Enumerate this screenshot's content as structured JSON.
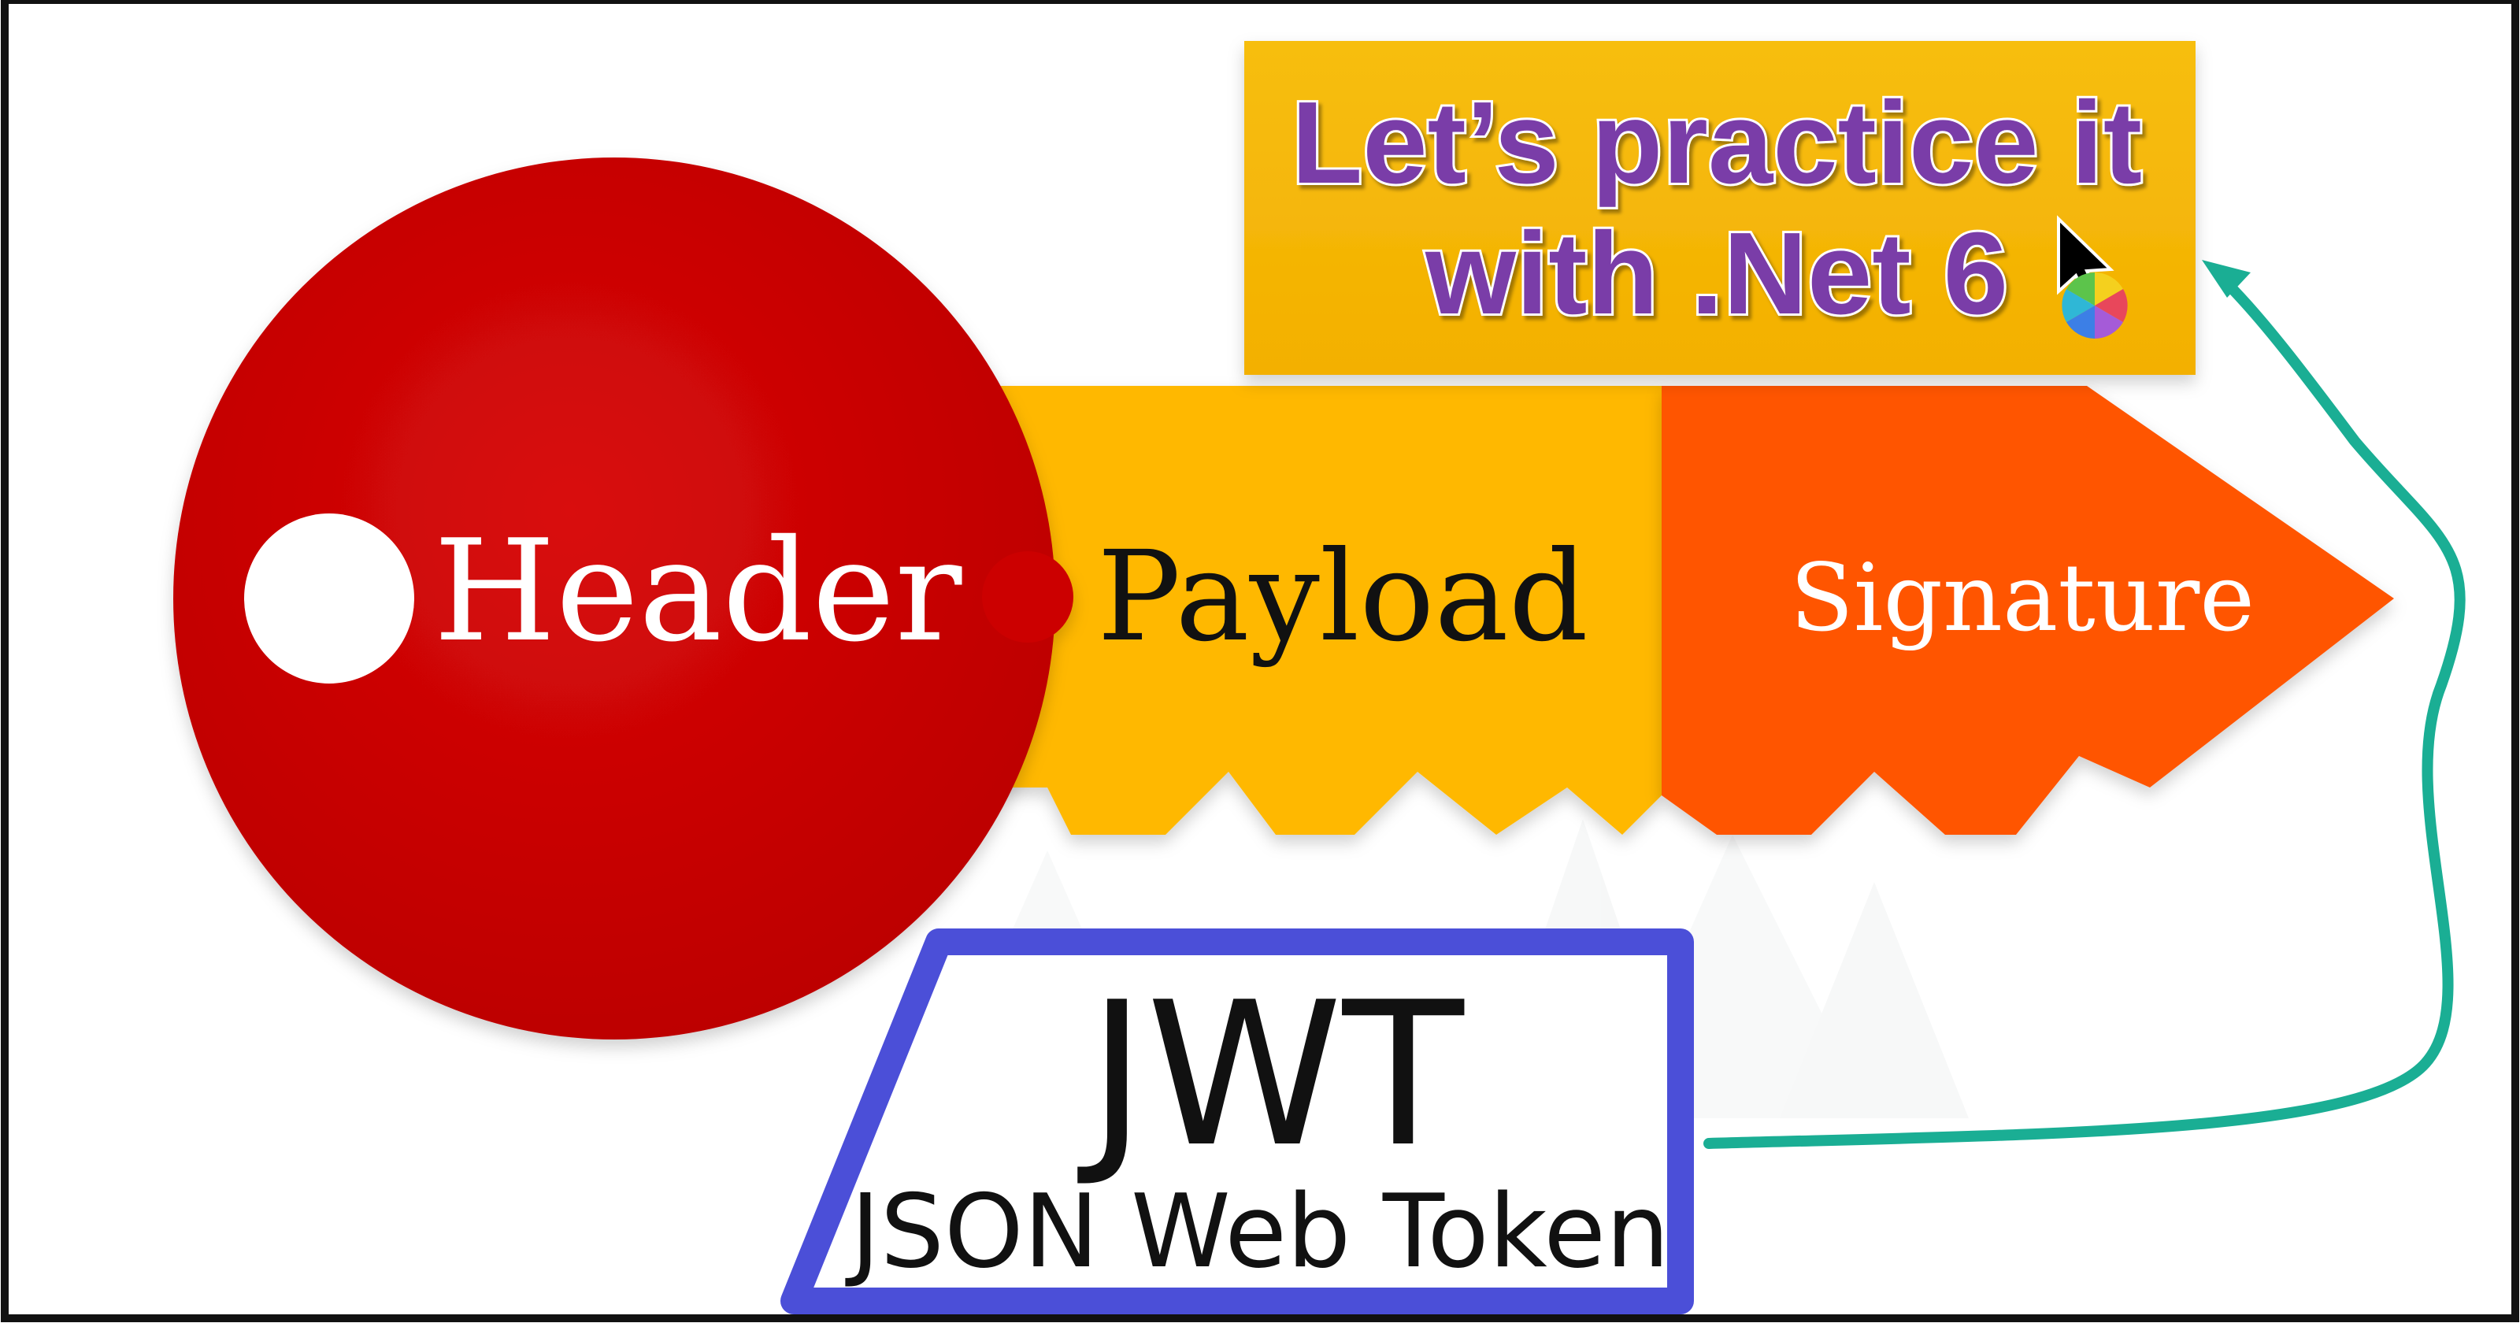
{
  "key": {
    "header_label": "Header",
    "payload_label": "Payload",
    "signature_label": "Signature"
  },
  "callout": {
    "line1": "Let’s practice it",
    "line2": "with .Net 6"
  },
  "badge": {
    "title": "JWT",
    "subtitle": "JSON Web Token"
  },
  "colors": {
    "header": "#CC0000",
    "payload": "#FFB800",
    "signature": "#FF5500",
    "callout_bg": "#F5B800",
    "callout_text": "#7A3DA8",
    "badge_border": "#4B4FD8",
    "arrow": "#1AAE94"
  },
  "icons": [
    "mouse-cursor-icon",
    "spinning-wheel-icon"
  ]
}
